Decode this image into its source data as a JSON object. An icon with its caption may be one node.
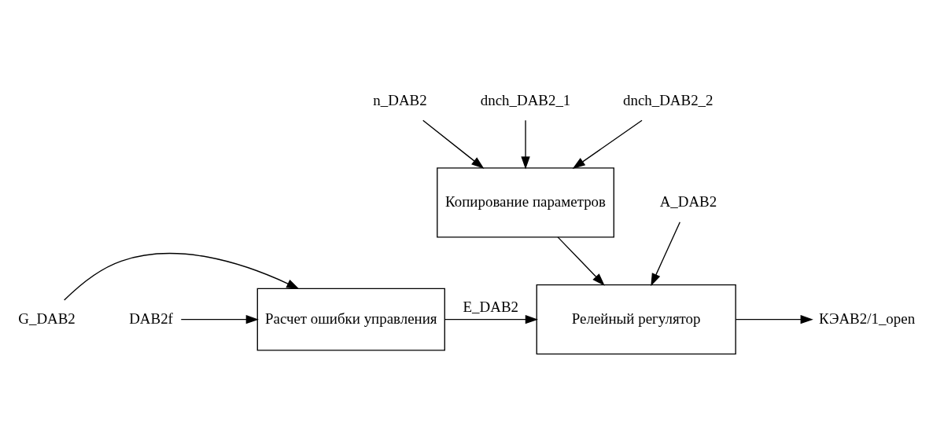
{
  "diagram": {
    "nodes": [
      {
        "text": [
          "n_DAB2"
        ]
      },
      {
        "text": [
          "dnch_DAB2_1"
        ]
      },
      {
        "text": [
          "dnch_DAB2_2"
        ]
      },
      {
        "text": [
          "A_DAB2"
        ]
      },
      {
        "text": [
          "Копирование параметров"
        ]
      },
      {
        "text": [
          "G_DAB2"
        ]
      },
      {
        "text": [
          "DAB2f"
        ]
      },
      {
        "text": [
          "Расчет ошибки управления"
        ]
      },
      {
        "text": [
          "Релейный регулятор"
        ]
      },
      {
        "text": [
          "КЭАВ2/1_open"
        ]
      }
    ],
    "edges": [
      {
        "from": 0,
        "to": 4,
        "arrow": "to"
      },
      {
        "from": 1,
        "to": 4,
        "arrow": "to"
      },
      {
        "from": 2,
        "to": 4,
        "arrow": "to"
      },
      {
        "from": 3,
        "to": 8,
        "arrow": "to"
      },
      {
        "from": 4,
        "to": 8,
        "arrow": "to"
      },
      {
        "from": 5,
        "to": 7,
        "arrow": "to"
      },
      {
        "from": 6,
        "to": 7,
        "arrow": "to"
      },
      {
        "from": 7,
        "to": 8,
        "arrow": "to",
        "label": "E_DAB2"
      },
      {
        "from": 8,
        "to": 9,
        "arrow": "to"
      }
    ]
  }
}
